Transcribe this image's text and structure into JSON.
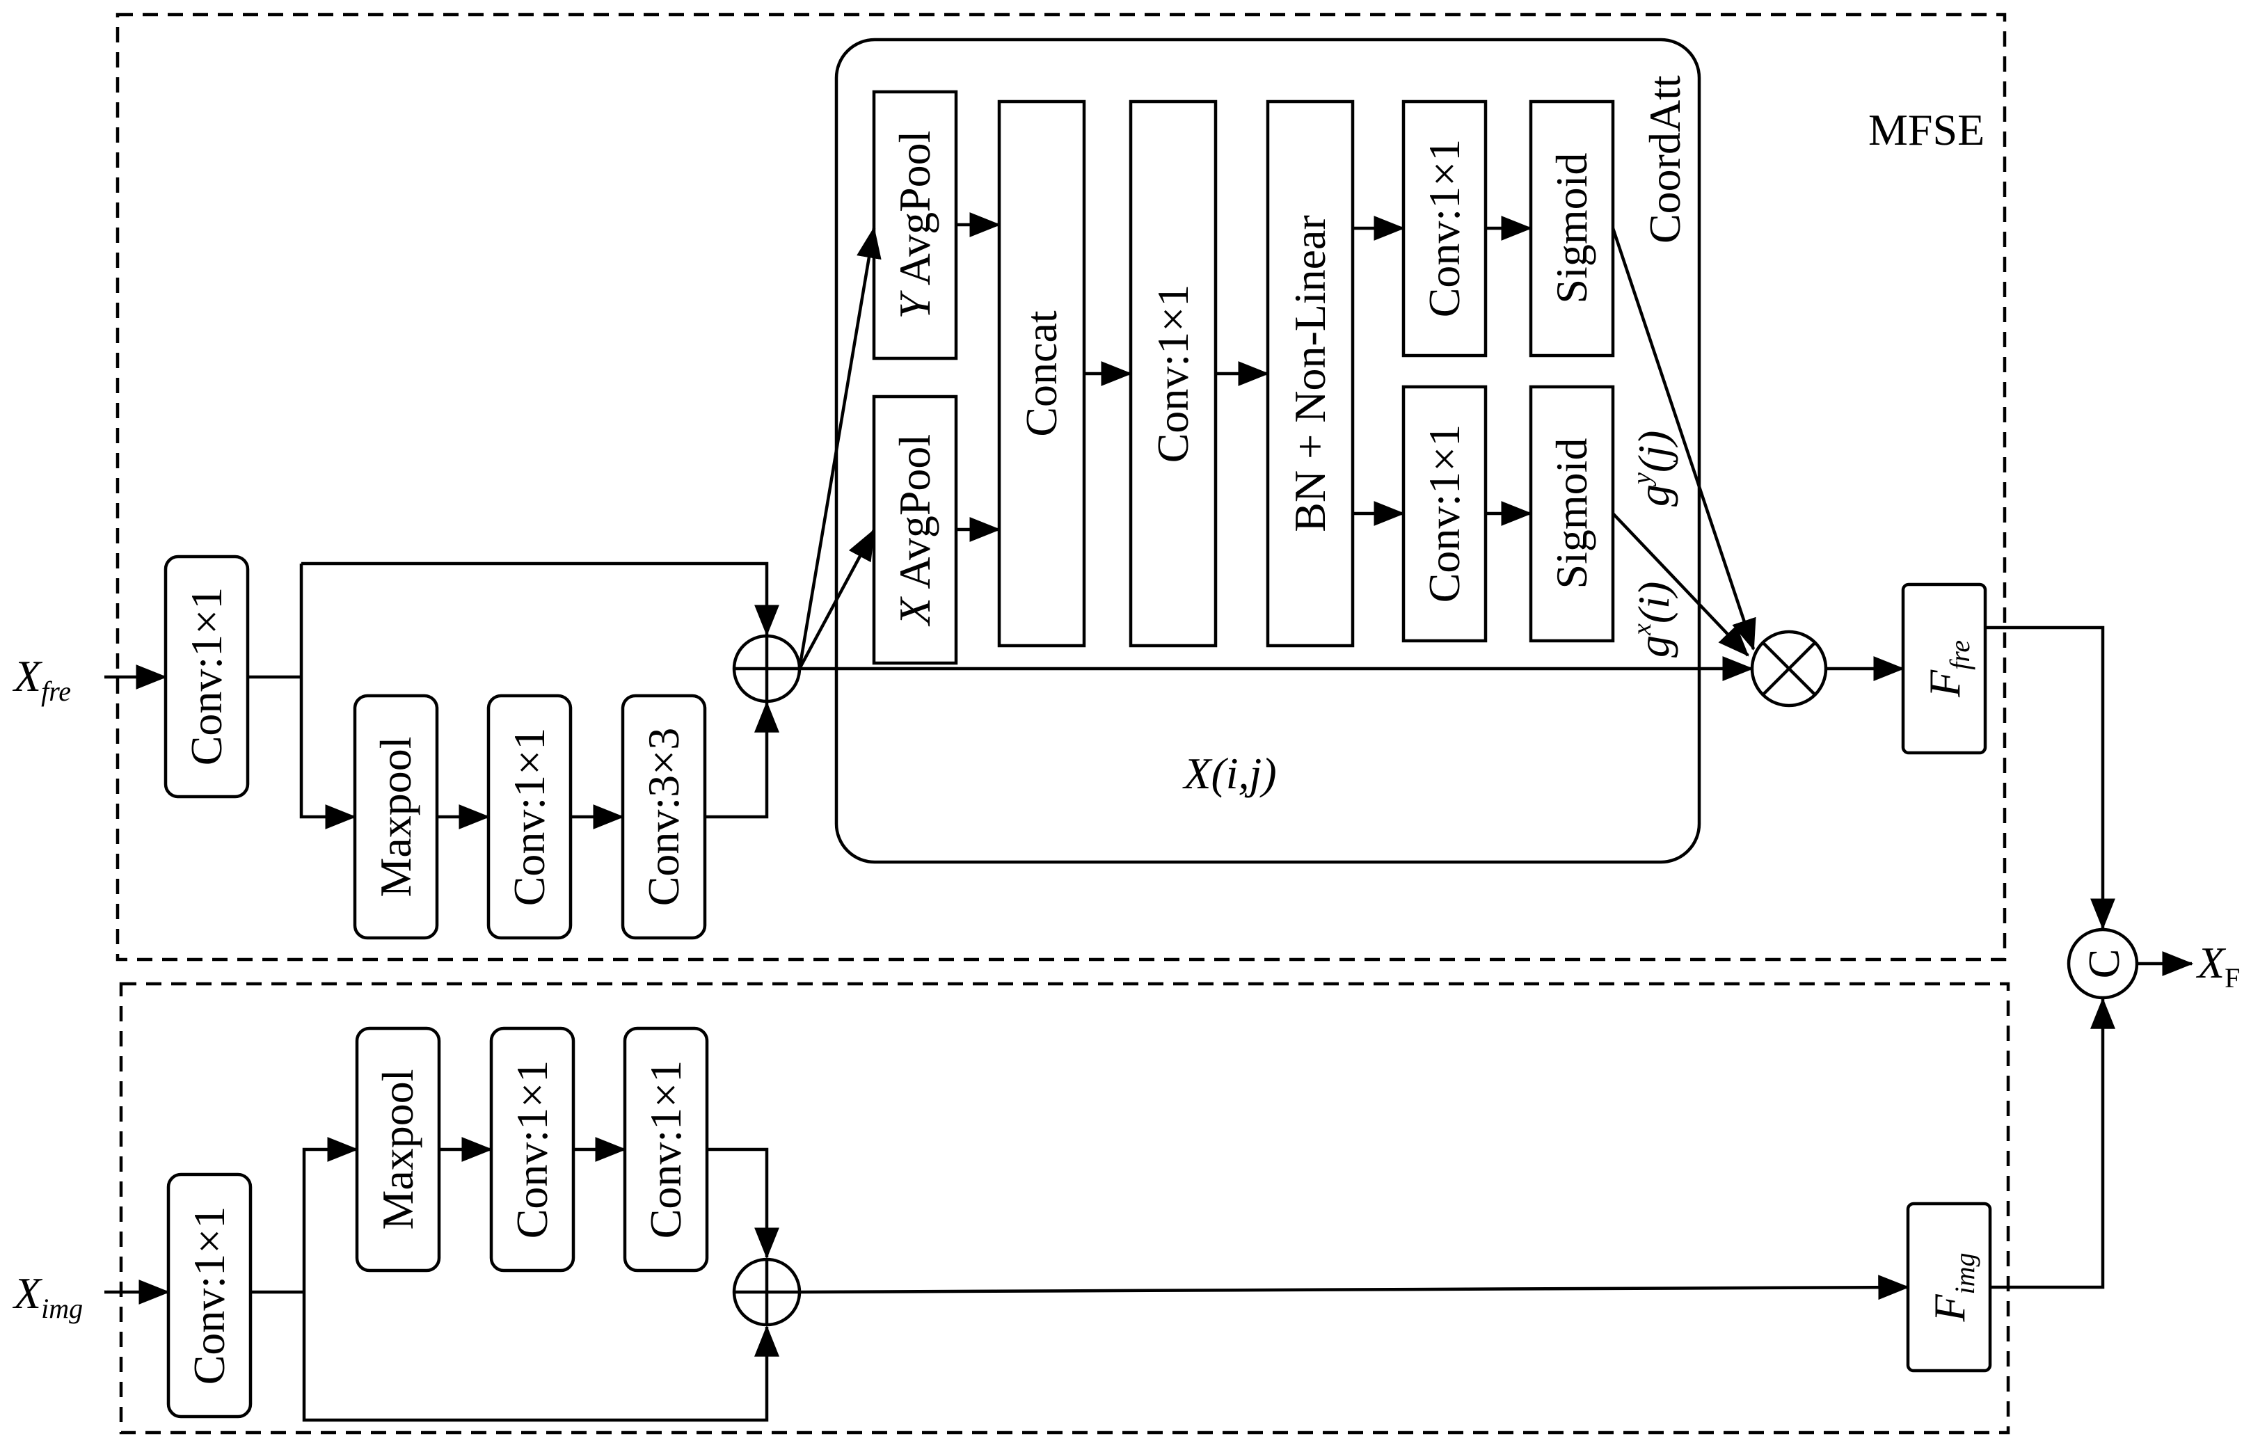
{
  "modules": {
    "mfse_title": "MFSE",
    "coordatt_title": "CoordAtt"
  },
  "inputs": {
    "x_fre_base": "X",
    "x_fre_sub": "fre",
    "x_img_base": "X",
    "x_img_sub": "img"
  },
  "output": {
    "base": "X",
    "sub": "F"
  },
  "top_branch": {
    "conv_in": "Conv:1×1",
    "maxpool": "Maxpool",
    "conv_mid": "Conv:1×1",
    "conv_out": "Conv:3×3"
  },
  "coordatt": {
    "y_pool_axis": "Y",
    "y_pool_rest": "AvgPool",
    "x_pool_axis": "X",
    "x_pool_rest": "AvgPool",
    "concat": "Concat",
    "conv_shared": "Conv:1×1",
    "bn": "BN + Non-Linear",
    "conv_top": "Conv:1×1",
    "conv_bottom": "Conv:1×1",
    "sigmoid_top": "Sigmoid",
    "sigmoid_bottom": "Sigmoid",
    "gy_base": "g",
    "gy_sup": "y",
    "gy_arg": "(j)",
    "gx_base": "g",
    "gx_sup": "x",
    "gx_arg": "(i)",
    "xij_label": "X(i,j)"
  },
  "features": {
    "f_fre_base": "F",
    "f_fre_sub": "fre",
    "f_img_base": "F",
    "f_img_sub": "img"
  },
  "bottom_branch": {
    "conv_in": "Conv:1×1",
    "maxpool": "Maxpool",
    "conv_mid": "Conv:1×1",
    "conv_out": "Conv:1×1"
  },
  "operators": {
    "concat_symbol": "C"
  }
}
